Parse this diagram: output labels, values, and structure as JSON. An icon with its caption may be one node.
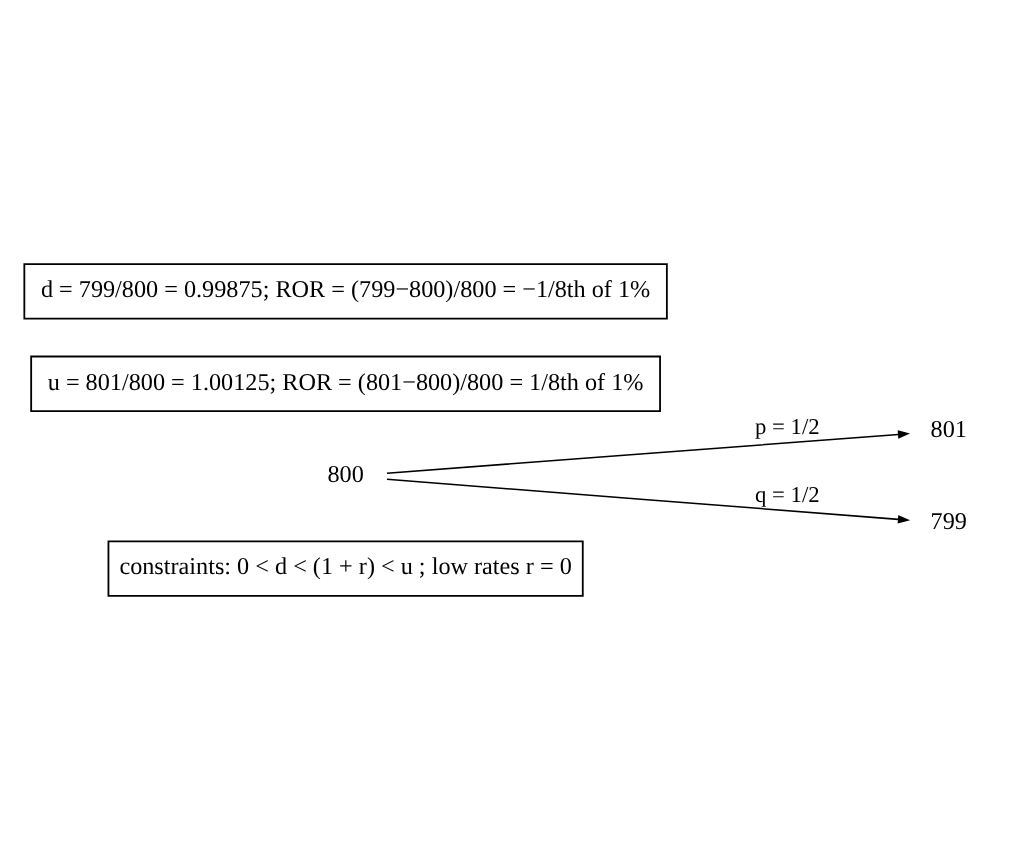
{
  "diagram": {
    "nodes": [
      {
        "text": [
          "constraints: 0 < d < (1 + r) < u ; low rates r = 0"
        ]
      },
      {
        "text": [
          "801"
        ]
      },
      {
        "text": [
          "800"
        ]
      },
      {
        "text": [
          "799"
        ]
      },
      {
        "text": [
          "u = 801/800 = 1.00125; ROR = (801−800)/800 = 1/8th of 1%"
        ]
      },
      {
        "text": [
          "d = 799/800 = 0.99875; ROR = (799−800)/800 = −1/8th of 1%"
        ]
      }
    ],
    "edges": [
      {
        "from": 2,
        "to": 1,
        "arrow": "to",
        "label": "p = 1/2"
      },
      {
        "from": 2,
        "to": 3,
        "arrow": "to",
        "label": "q = 1/2"
      }
    ]
  }
}
